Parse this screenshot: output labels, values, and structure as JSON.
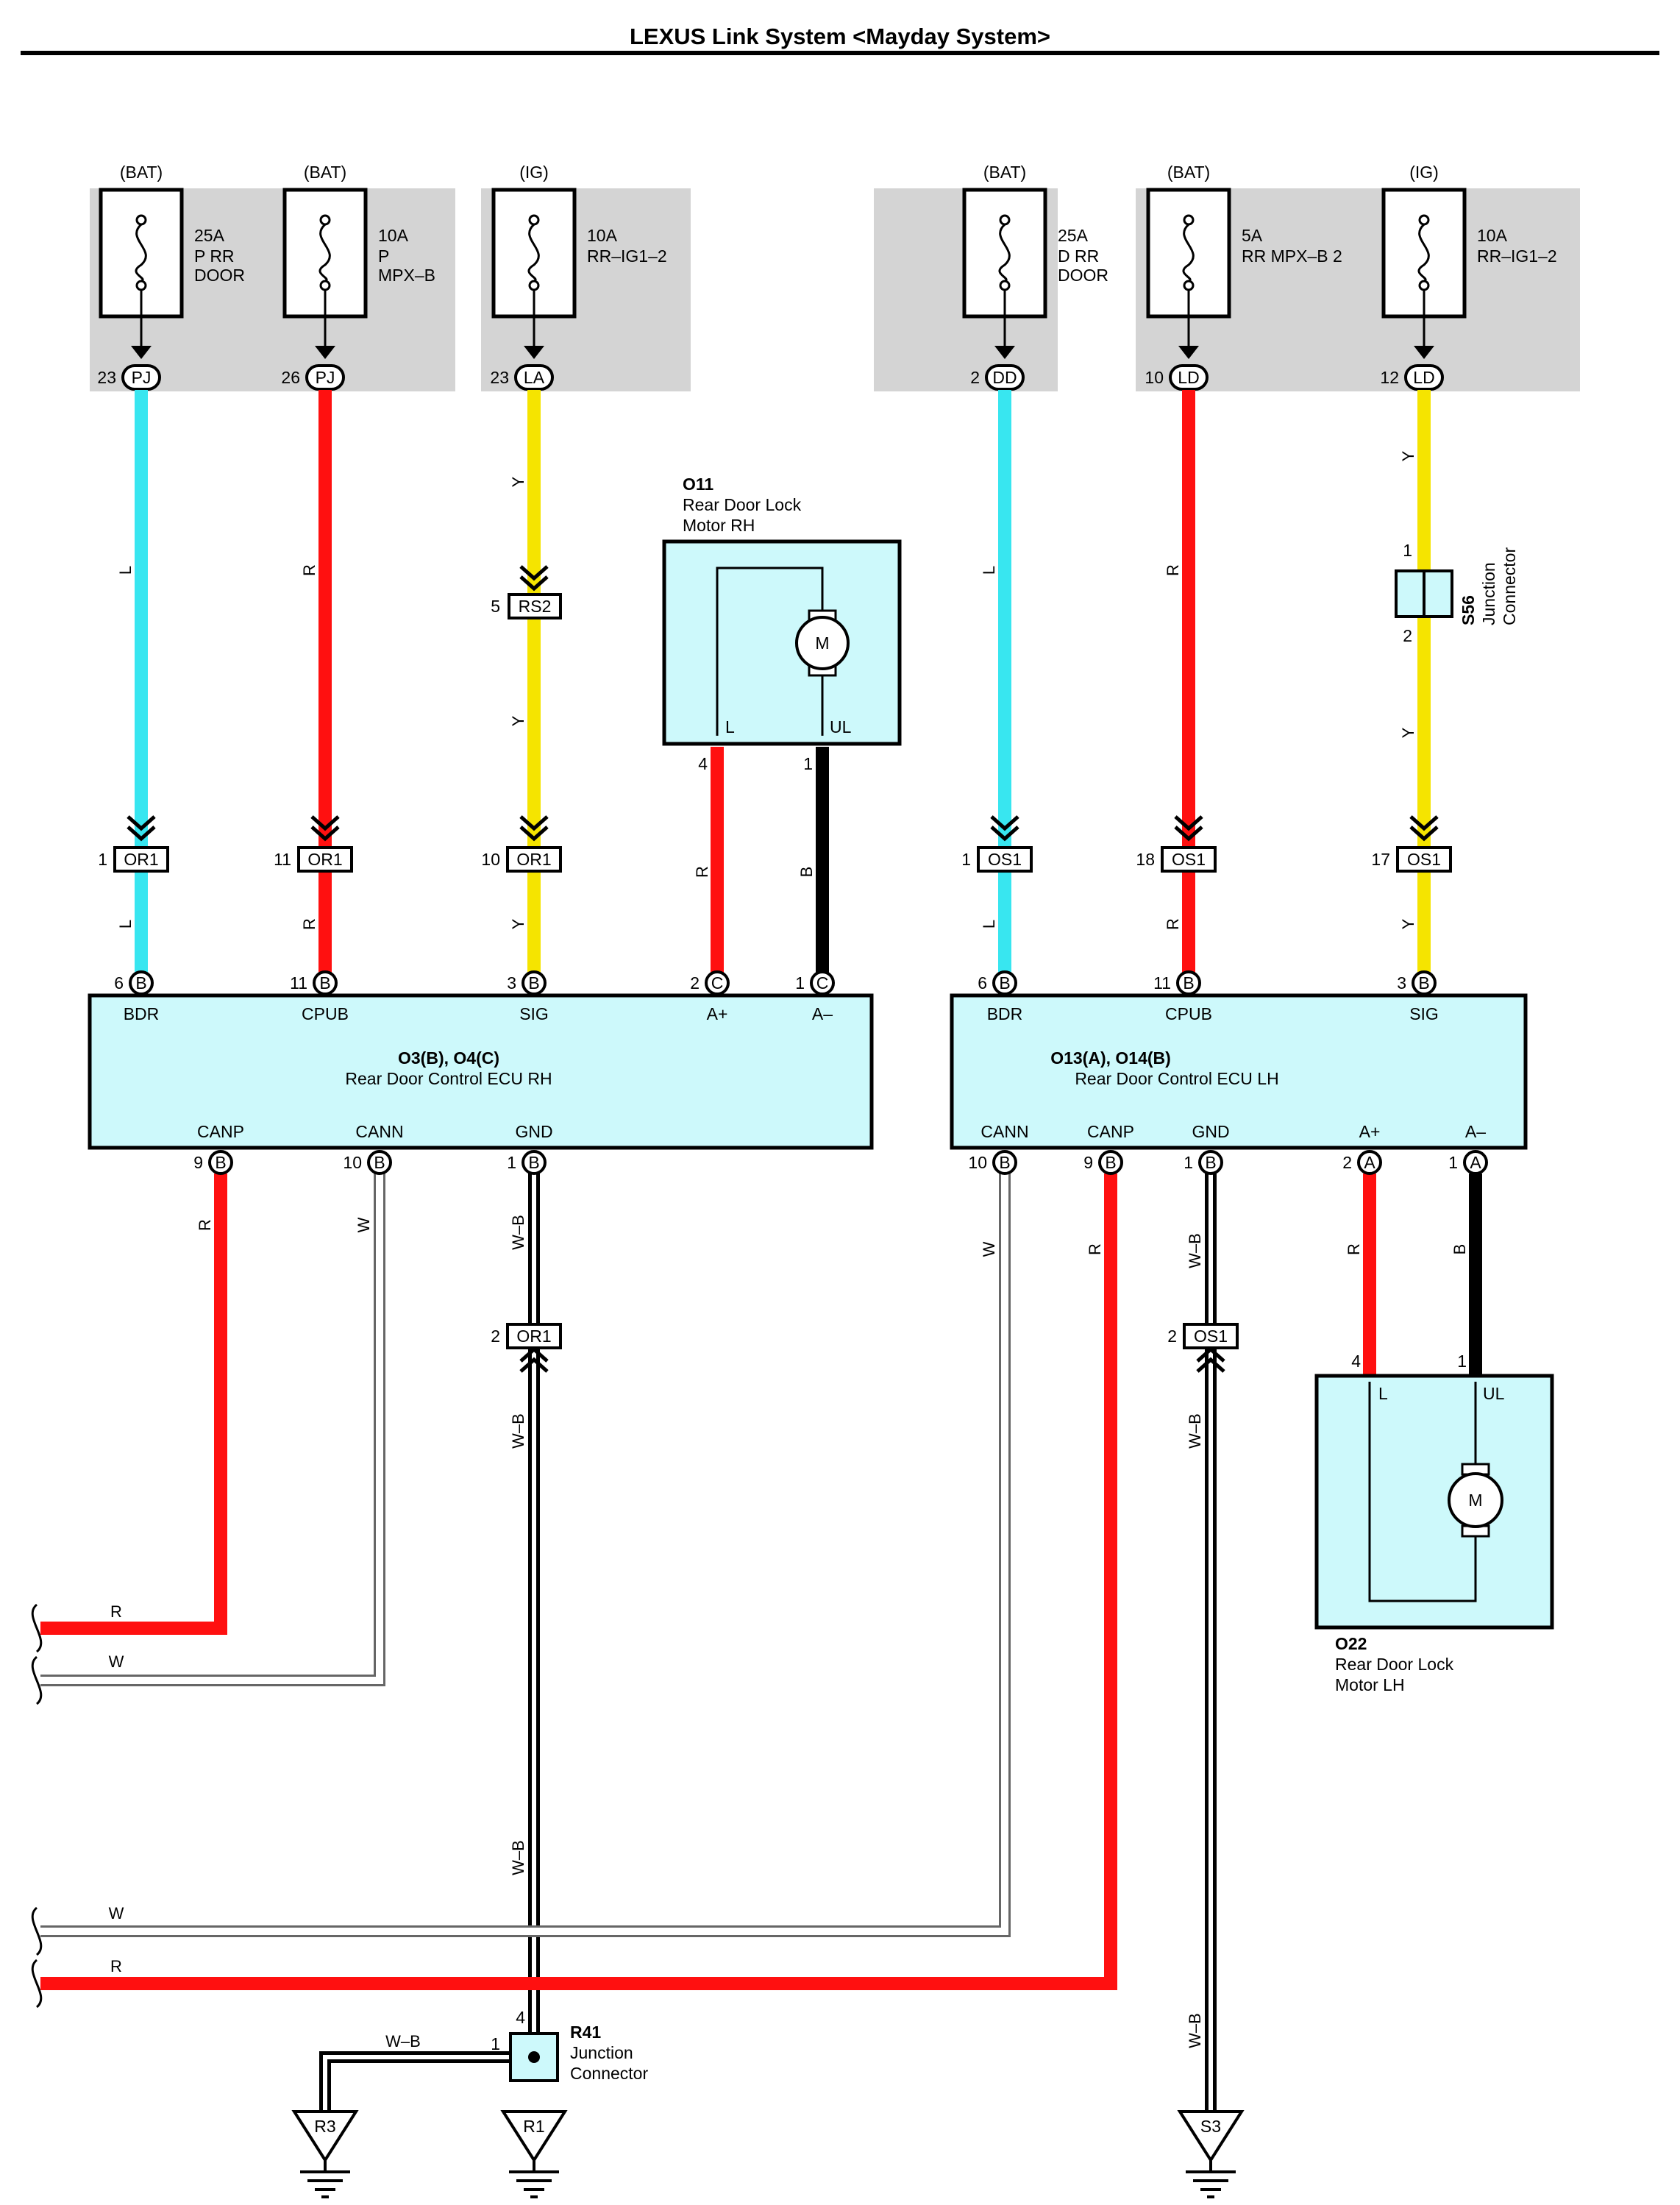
{
  "title": "LEXUS Link System <Mayday System>",
  "colors": {
    "L": "#38e6f0",
    "R": "#ff1010",
    "Y": "#f5e400",
    "B": "#000000",
    "W": "#ffffff",
    "W-B": "#ffffff",
    "component_fill": "#cdf9fb",
    "fuse_box_fill": "#d4d4d4"
  },
  "fuses": [
    {
      "source": "(BAT)",
      "amp": "25A",
      "name_lines": [
        "P RR",
        "DOOR"
      ],
      "pin": "23",
      "conn": "PJ"
    },
    {
      "source": "(BAT)",
      "amp": "10A",
      "name_lines": [
        "P",
        "MPX–B"
      ],
      "pin": "26",
      "conn": "PJ"
    },
    {
      "source": "(IG)",
      "amp": "10A",
      "name_lines": [
        "RR–IG1–2"
      ],
      "pin": "23",
      "conn": "LA"
    },
    {
      "source": "(BAT)",
      "amp": "25A",
      "name_lines": [
        "D RR",
        "DOOR"
      ],
      "pin": "2",
      "conn": "DD"
    },
    {
      "source": "(BAT)",
      "amp": "5A",
      "name_lines": [
        "RR MPX–B 2"
      ],
      "pin": "10",
      "conn": "LD"
    },
    {
      "source": "(IG)",
      "amp": "10A",
      "name_lines": [
        "RR–IG1–2"
      ],
      "pin": "12",
      "conn": "LD"
    }
  ],
  "junctions": {
    "rs2": {
      "conn": "RS2",
      "pin": "5"
    },
    "s56": {
      "id": "S56",
      "line1": "Junction",
      "line2": "Connector",
      "pin_top": "1",
      "pin_bottom": "2"
    },
    "r41": {
      "id": "R41",
      "line1": "Junction",
      "line2": "Connector",
      "pin_top": "4",
      "pin_left": "1"
    }
  },
  "inline_connectors": {
    "rh_top": [
      {
        "pin": "1",
        "conn": "OR1"
      },
      {
        "pin": "11",
        "conn": "OR1"
      },
      {
        "pin": "10",
        "conn": "OR1"
      }
    ],
    "lh_top": [
      {
        "pin": "1",
        "conn": "OS1"
      },
      {
        "pin": "18",
        "conn": "OS1"
      },
      {
        "pin": "17",
        "conn": "OS1"
      }
    ],
    "rh_gnd": {
      "pin": "2",
      "conn": "OR1"
    },
    "lh_gnd": {
      "pin": "2",
      "conn": "OS1"
    }
  },
  "ecu_rh": {
    "id": "O3(B), O4(C)",
    "name": "Rear Door Control ECU RH",
    "top_pins": [
      {
        "pin": "6",
        "conn": "B",
        "label": "BDR"
      },
      {
        "pin": "11",
        "conn": "B",
        "label": "CPUB"
      },
      {
        "pin": "3",
        "conn": "B",
        "label": "SIG"
      },
      {
        "pin": "2",
        "conn": "C",
        "label": "A+"
      },
      {
        "pin": "1",
        "conn": "C",
        "label": "A–"
      }
    ],
    "bottom_pins": [
      {
        "pin": "9",
        "conn": "B",
        "label": "CANP"
      },
      {
        "pin": "10",
        "conn": "B",
        "label": "CANN"
      },
      {
        "pin": "1",
        "conn": "B",
        "label": "GND"
      }
    ]
  },
  "ecu_lh": {
    "id": "O13(A), O14(B)",
    "name": "Rear Door Control ECU LH",
    "top_pins": [
      {
        "pin": "6",
        "conn": "B",
        "label": "BDR"
      },
      {
        "pin": "11",
        "conn": "B",
        "label": "CPUB"
      },
      {
        "pin": "3",
        "conn": "B",
        "label": "SIG"
      }
    ],
    "bottom_pins": [
      {
        "pin": "10",
        "conn": "B",
        "label": "CANN"
      },
      {
        "pin": "9",
        "conn": "B",
        "label": "CANP"
      },
      {
        "pin": "1",
        "conn": "B",
        "label": "GND"
      },
      {
        "pin": "2",
        "conn": "A",
        "label": "A+"
      },
      {
        "pin": "1",
        "conn": "A",
        "label": "A–"
      }
    ]
  },
  "motor_rh": {
    "id": "O11",
    "line1": "Rear Door Lock",
    "line2": "Motor RH",
    "term_l": "L",
    "term_ul": "UL",
    "pin_l": "4",
    "pin_ul": "1",
    "symbol": "M"
  },
  "motor_lh": {
    "id": "O22",
    "line1": "Rear Door Lock",
    "line2": "Motor LH",
    "term_l": "L",
    "term_ul": "UL",
    "pin_l": "4",
    "pin_ul": "1",
    "symbol": "M"
  },
  "grounds": [
    "R3",
    "R1",
    "S3"
  ],
  "wire_labels": {
    "L": "L",
    "R": "R",
    "Y": "Y",
    "B": "B",
    "W": "W",
    "WB": "W–B"
  }
}
